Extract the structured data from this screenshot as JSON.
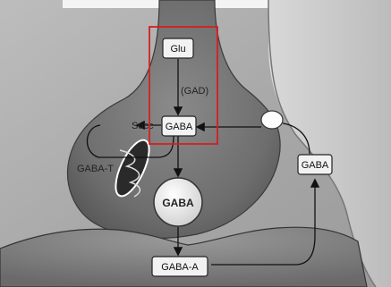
{
  "diagram": {
    "nodes": {
      "glu": "Glu",
      "gad": "(GAD)",
      "gaba_center": "GABA",
      "succ": "Succ",
      "gaba_t": "GABA-T",
      "gaba_vesicle": "GABA",
      "gaba_glia": "GABA",
      "gaba_a": "GABA-A"
    },
    "highlight_color": "#d42020"
  }
}
